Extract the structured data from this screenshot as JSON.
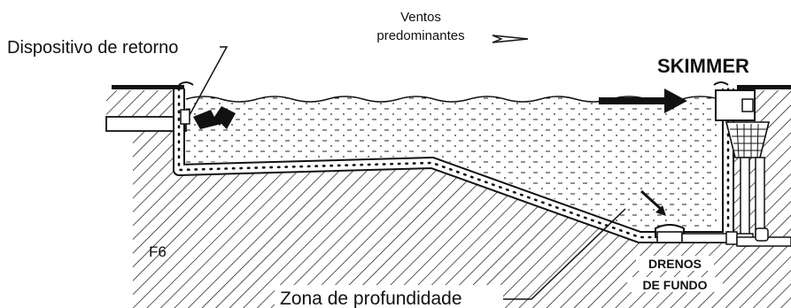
{
  "labels": {
    "return_device": "Dispositivo de retorno",
    "winds_line1": "Ventos",
    "winds_line2": "predominantes",
    "skimmer": "SKIMMER",
    "figure_id": "F6",
    "bottom_drains_line1": "DRENOS",
    "bottom_drains_line2": "DE FUNDO",
    "depth_zone": "Zona de profundidade"
  },
  "icons": {
    "wind_arrow": "wind-arrow-icon",
    "return_flow": "return-flow-arrow-icon",
    "surface_flow": "surface-flow-arrow-icon",
    "drain_flow": "drain-flow-arrow-icon"
  },
  "colors": {
    "line": "#111111",
    "background": "#ffffff"
  }
}
